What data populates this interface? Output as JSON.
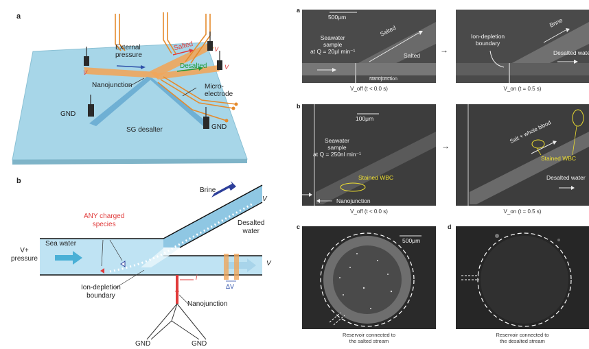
{
  "left": {
    "panel_a": {
      "letter": "a",
      "labels": {
        "external_pressure": [
          "External",
          "pressure"
        ],
        "salted": "Salted",
        "desalted": "Desalted",
        "nanojunction": "Nanojunction",
        "microelectrode": [
          "Micro-",
          "electrode"
        ],
        "gnd_left": "GND",
        "gnd_right": "GND",
        "sg_desalter": "SG desalter",
        "v_left": "V",
        "v_right_top": "V",
        "v_right_mid": "V"
      }
    },
    "panel_b": {
      "letter": "b",
      "labels": {
        "brine": "Brine",
        "v_top": "V",
        "any_charged": [
          "ANY charged",
          "species"
        ],
        "desalted_water": [
          "Desalted",
          "water"
        ],
        "v_plus_pressure": [
          "V+",
          "pressure"
        ],
        "sea_water": "Sea water",
        "v_mid": "V",
        "i": "i",
        "delta_v": "ΔV",
        "ion_depletion": [
          "Ion-depletion",
          "boundary"
        ],
        "nanojunction": "Nanojunction",
        "gnd_left": "GND",
        "gnd_right": "GND"
      }
    }
  },
  "right": {
    "row_a": {
      "letter": "a",
      "img1": {
        "scale": "500μm",
        "seawater": [
          "Seawater",
          "sample",
          "at Q = 20μl min⁻¹"
        ],
        "salted_top": "Salted",
        "salted_bottom": "Salted",
        "nanojunction": "Nanojunction",
        "caption": "V_off (t < 0.0 s)"
      },
      "img2": {
        "brine": "Brine",
        "ion_depletion": [
          "Ion-depletion",
          "boundary"
        ],
        "desalted": "Desalted wate",
        "caption": "V_on (t = 0.5 s)"
      }
    },
    "row_b": {
      "letter": "b",
      "img1": {
        "scale": "100μm",
        "seawater": [
          "Seawater",
          "sample",
          "at Q = 250nl min⁻¹"
        ],
        "stained": "Stained WBC",
        "nanojunction": "Nanojunction",
        "caption": "V_off (t < 0.0 s)"
      },
      "img2": {
        "salt_blood": "Salt + whole blood",
        "stained": "Stained WBC",
        "desalted": "Desalted water",
        "caption": "V_on (t = 0.5 s)"
      }
    },
    "row_c": {
      "letter": "c",
      "scale": "500μm",
      "caption": [
        "Reservoir connected to",
        "the salted stream"
      ]
    },
    "row_d": {
      "letter": "d",
      "caption": [
        "Reservoir connected to",
        "the desalted stream"
      ]
    }
  },
  "colors": {
    "chip_blue": "#9fd3e6",
    "channel_orange": "#f0a55a",
    "arrow_blue": "#2d4fa8",
    "salted_red": "#e03a3a",
    "desalted_green": "#1f9a3a",
    "wire_orange": "#e58a2c",
    "brine_navy": "#2d3f9a",
    "stained_yellow": "#f0e030"
  }
}
